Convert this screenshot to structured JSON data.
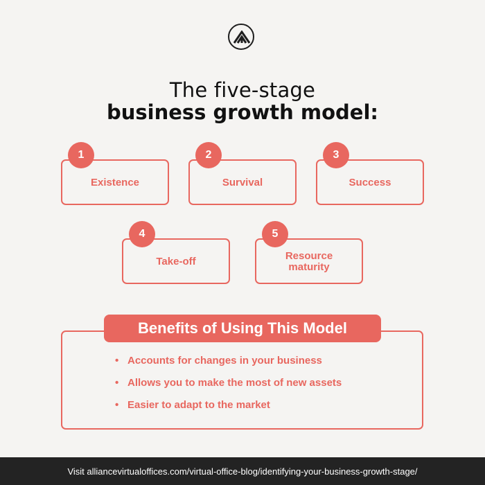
{
  "logo": {
    "icon": "mountain-logo-icon"
  },
  "title": {
    "line1": "The five-stage",
    "line2": "business growth model:"
  },
  "stages": [
    {
      "number": "1",
      "label": "Existence"
    },
    {
      "number": "2",
      "label": "Survival"
    },
    {
      "number": "3",
      "label": "Success"
    },
    {
      "number": "4",
      "label": "Take-off"
    },
    {
      "number": "5",
      "label": "Resource maturity"
    }
  ],
  "benefits": {
    "title": "Benefits of Using This Model",
    "items": [
      "Accounts for changes in your business",
      "Allows you to make the most of new assets",
      "Easier to adapt to the market"
    ]
  },
  "footer": {
    "text": "Visit alliancevirtualoffices.com/virtual-office-blog/identifying-your-business-growth-stage/"
  },
  "colors": {
    "accent": "#e8675f",
    "background": "#f5f4f2",
    "footer_bg": "#232323"
  }
}
